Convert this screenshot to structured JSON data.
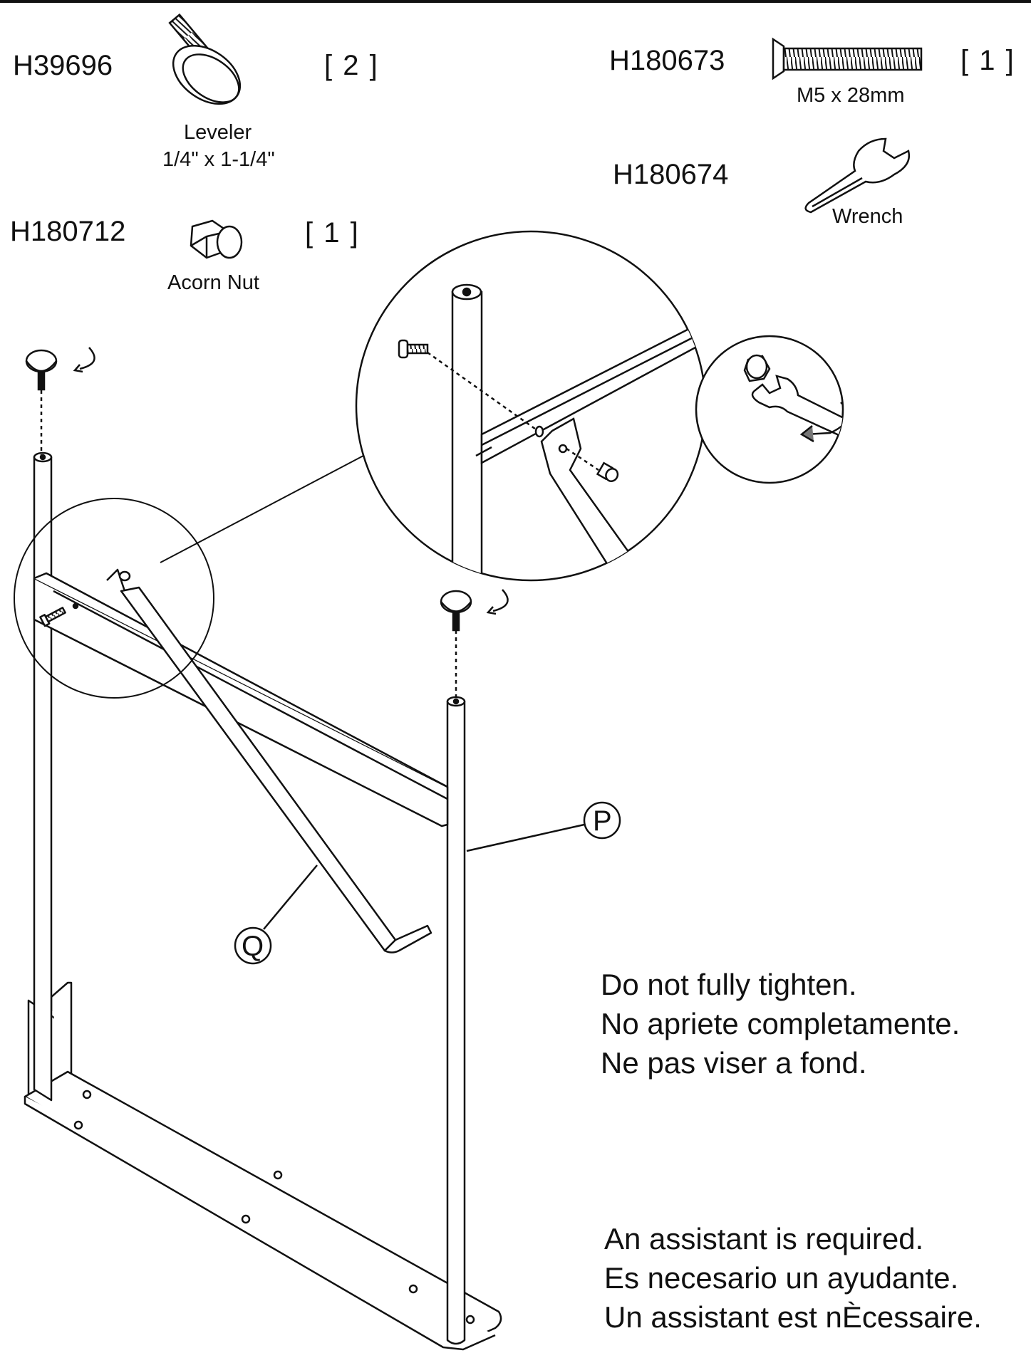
{
  "parts": {
    "leveler": {
      "code": "H39696",
      "qty": "[ 2 ]",
      "name": "Leveler",
      "size": "1/4\" x 1-1/4\""
    },
    "bolt": {
      "code": "H180673",
      "qty": "[ 1 ]",
      "size": "M5 x 28mm"
    },
    "wrench": {
      "code": "H180674",
      "name": "Wrench"
    },
    "acorn_nut": {
      "code": "H180712",
      "qty": "[ 1 ]",
      "name": "Acorn Nut"
    }
  },
  "callouts": {
    "p": "P",
    "q": "Q"
  },
  "notes": {
    "tighten": [
      "Do not fully tighten.",
      "No apriete completamente.",
      "Ne pas viser a fond."
    ],
    "assistant": [
      "An assistant is required.",
      "Es necesario un ayudante.",
      "Un assistant est nÈcessaire."
    ]
  },
  "colors": {
    "line": "#111111",
    "background": "#ffffff"
  }
}
